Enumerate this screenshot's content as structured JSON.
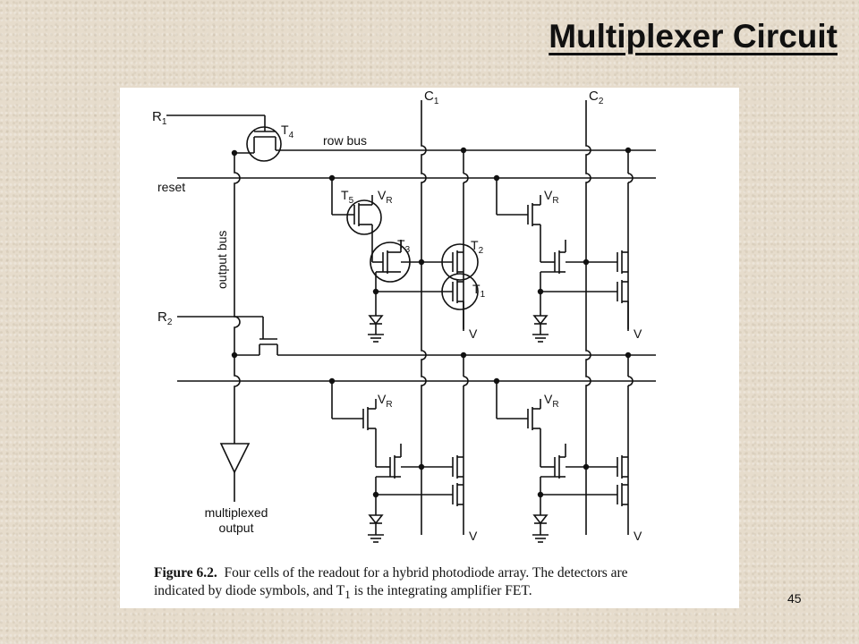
{
  "slide": {
    "title": "Multiplexer Circuit",
    "page_number": "45"
  },
  "figure": {
    "labels": {
      "r1": "R",
      "r1_sub": "1",
      "r2": "R",
      "r2_sub": "2",
      "c1": "C",
      "c1_sub": "1",
      "c2": "C",
      "c2_sub": "2",
      "t4": "T",
      "t4_sub": "4",
      "t5": "T",
      "t5_sub": "5",
      "t3": "T",
      "t3_sub": "3",
      "t2": "T",
      "t2_sub": "2",
      "t1": "T",
      "t1_sub": "1",
      "vr": "V",
      "vr_sub": "R",
      "v": "V",
      "row_bus": "row  bus",
      "reset": "reset",
      "output_bus": "output  bus",
      "multiplexed_line1": "multiplexed",
      "multiplexed_line2": "output"
    },
    "caption": {
      "label": "Figure 6.2.",
      "text_line1": "Four cells of the readout for a hybrid photodiode array. The detectors are",
      "text_line2": "indicated by diode symbols, and T",
      "text_line2_sub": "1",
      "text_line2_end": " is the integrating amplifier FET."
    }
  }
}
